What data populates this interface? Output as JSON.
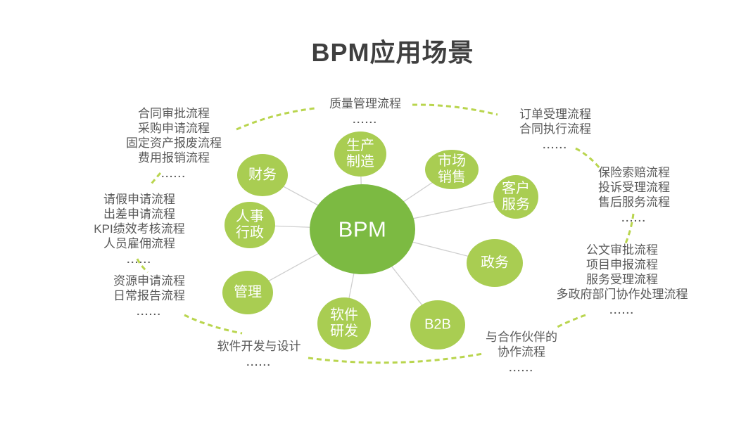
{
  "title": "BPM应用场景",
  "colors": {
    "center_circle": "#7cba42",
    "satellite_circle": "#a9cd52",
    "dashed_arc": "#b9d54e",
    "connector_line": "#cfcfcf",
    "label_text": "#595959",
    "title_text": "#3f3f3f",
    "circle_text": "#ffffff"
  },
  "center": {
    "label": "BPM"
  },
  "satellites": [
    {
      "name": "finance",
      "lines": [
        "财务"
      ]
    },
    {
      "name": "hr-admin",
      "lines": [
        "人事",
        "行政"
      ]
    },
    {
      "name": "management",
      "lines": [
        "管理"
      ]
    },
    {
      "name": "production-manufacturing",
      "lines": [
        "生产",
        "制造"
      ]
    },
    {
      "name": "marketing-sales",
      "lines": [
        "市场",
        "销售"
      ]
    },
    {
      "name": "customer-service",
      "lines": [
        "客户",
        "服务"
      ]
    },
    {
      "name": "government-affairs",
      "lines": [
        "政务"
      ]
    },
    {
      "name": "b2b",
      "lines": [
        "B2B"
      ]
    },
    {
      "name": "software-rd",
      "lines": [
        "软件",
        "研发"
      ]
    }
  ],
  "process_groups": [
    {
      "name": "finance-processes",
      "lines": [
        "合同审批流程",
        "采购申请流程",
        "固定资产报废流程",
        "费用报销流程"
      ],
      "more": "......"
    },
    {
      "name": "hr-processes",
      "lines": [
        "请假申请流程",
        "出差申请流程",
        "KPI绩效考核流程",
        "人员雇佣流程"
      ],
      "more": "......"
    },
    {
      "name": "management-processes",
      "lines": [
        "资源申请流程",
        "日常报告流程"
      ],
      "more": "......"
    },
    {
      "name": "quality-processes",
      "lines": [
        "质量管理流程"
      ],
      "more": "......"
    },
    {
      "name": "sales-processes",
      "lines": [
        "订单受理流程",
        "合同执行流程"
      ],
      "more": "......"
    },
    {
      "name": "service-processes",
      "lines": [
        "保险索赔流程",
        "投诉受理流程",
        "售后服务流程"
      ],
      "more": "......"
    },
    {
      "name": "government-processes",
      "lines": [
        "公文审批流程",
        "项目申报流程",
        "服务受理流程",
        "多政府部门协作处理流程"
      ],
      "more": "......"
    },
    {
      "name": "partner-processes",
      "lines": [
        "与合作伙伴的",
        "协作流程"
      ],
      "more": "......"
    },
    {
      "name": "software-processes",
      "lines": [
        "软件开发与设计"
      ],
      "more": "......"
    }
  ]
}
